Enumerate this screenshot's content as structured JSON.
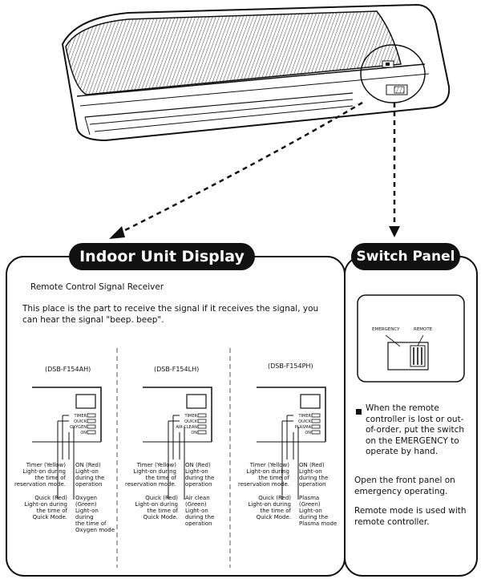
{
  "indoor_panel": {
    "title": "Indoor Unit Display",
    "subtitle": "Remote Control Signal Receiver",
    "description": "This place is the part to receive the signal if it receives the signal, you can hear the signal \"beep. beep\".",
    "models": [
      {
        "model": "(DSB-F154AH)",
        "indicators": [
          "TIMER",
          "QUICK",
          "OXYGEN",
          "ON"
        ],
        "left_top": "Timer (Yellow)\nLight-on during\nthe time of\nreservation mode.",
        "left_bottom": "Quick (Red)\nLight-on during\nthe time of\nQuick Mode.",
        "right_top": "ON (Red)\nLight-on\nduring the\noperation",
        "right_bottom": "Oxygen (Green)\nLight-on during\nthe time of\nOxygen mode"
      },
      {
        "model": "(DSB-F154LH)",
        "indicators": [
          "TIMER",
          "QUICK",
          "AIR CLEAN",
          "ON"
        ],
        "left_top": "Timer (Yellow)\nLight-on during\nthe time of\nreservation mode.",
        "left_bottom": "Quick (Red)\nLight-on during\nthe time of\nQuick Mode.",
        "right_top": "ON (Red)\nLight-on\nduring the\noperation",
        "right_bottom": "Air clean (Green)\nLight-on\nduring the\noperation"
      },
      {
        "model": "(DSB-F154PH)",
        "indicators": [
          "TIMER",
          "QUICK",
          "PLASMA",
          "ON"
        ],
        "left_top": "Timer (Yellow)\nLight-on during\nthe time of\nreservation mode.",
        "left_bottom": "Quick (Red)\nLight-on during\nthe time of\nQuick Mode.",
        "right_top": "ON (Red)\nLight-on\nduring the\noperation",
        "right_bottom": "Plasma (Green)\nLight-on\nduring the\nPlasma mode"
      }
    ]
  },
  "switch_panel": {
    "title": "Switch Panel",
    "label_emergency": "EMERGENCY",
    "label_remote": "REMOTE",
    "note_1": "When the remote controller is lost or out-of-order, put the switch on the EMERGENCY to operate by hand.",
    "note_2": "Open the front panel on emergency operating.",
    "note_3": "Remote mode is used with remote controller."
  }
}
